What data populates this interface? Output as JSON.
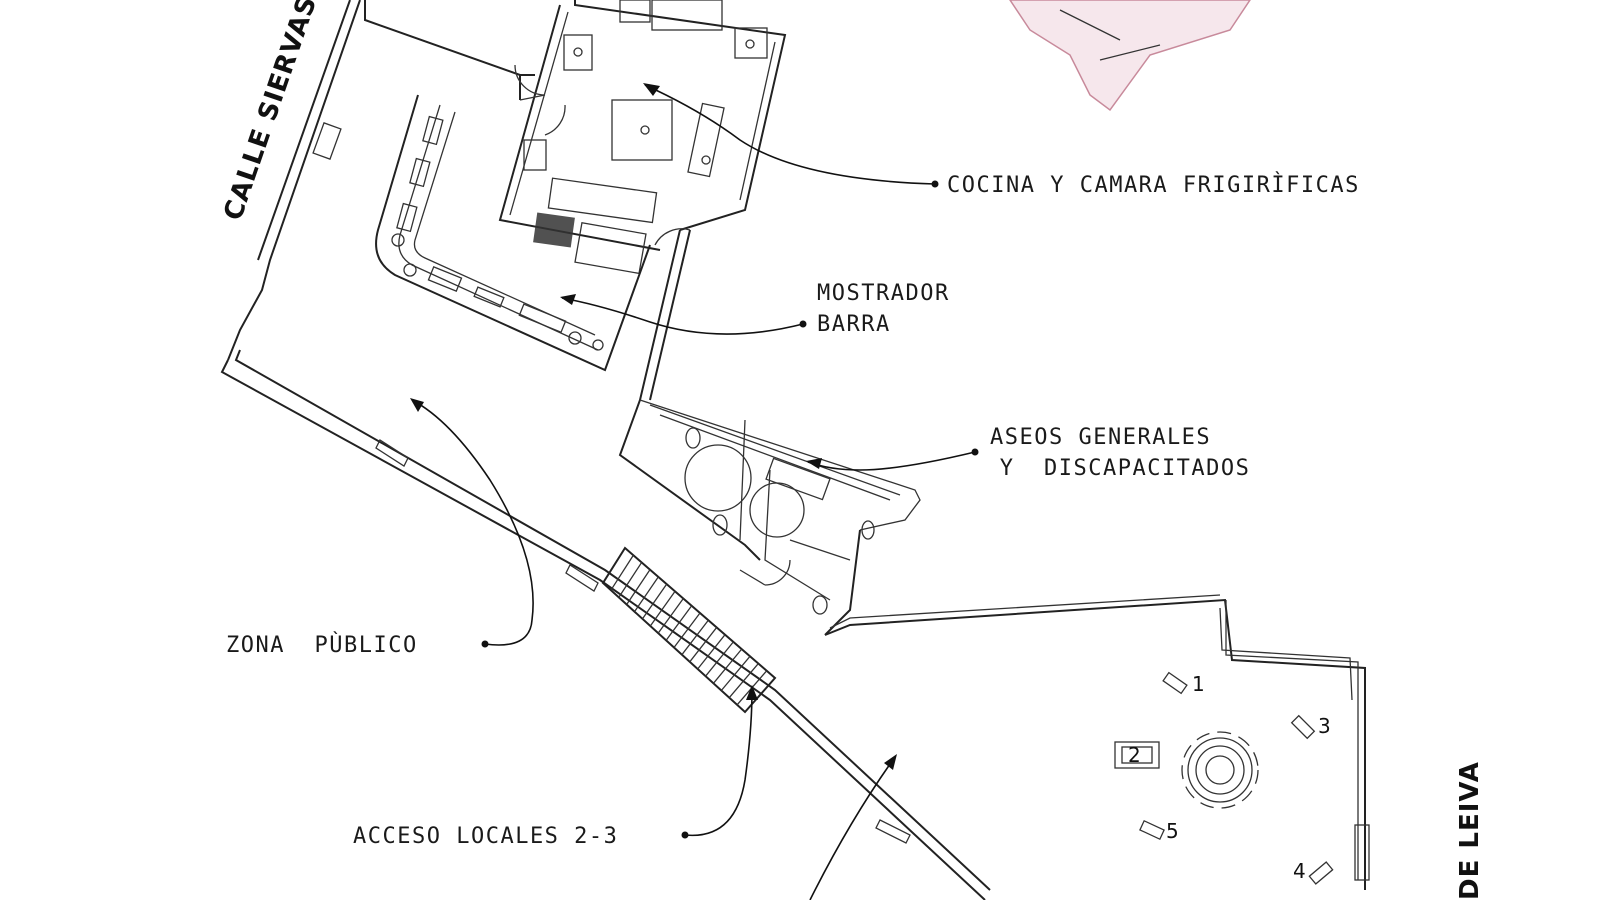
{
  "streets": {
    "top_left": "CALLE SIERVAS",
    "right": "DE LEIVA"
  },
  "labels": {
    "cocina": "COCINA Y CAMARA FRIGIRÌFICAS",
    "mostrador_1": "MOSTRADOR",
    "mostrador_2": "BARRA",
    "aseos_1": "ASEOS GENERALES",
    "aseos_2": " Y  DISCAPACITADOS",
    "zona": "ZONA  PÙBLICO",
    "acceso": "ACCESO LOCALES 2-3"
  },
  "seat_numbers": [
    "1",
    "2",
    "3",
    "4",
    "5"
  ]
}
